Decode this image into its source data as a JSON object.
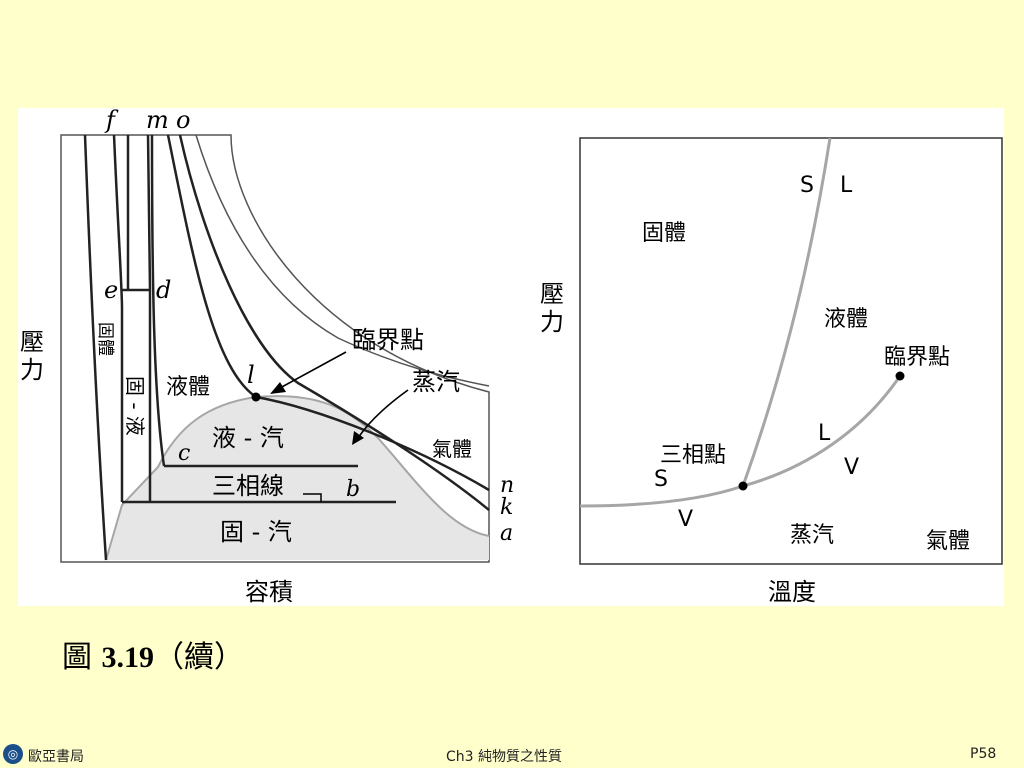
{
  "left_diagram": {
    "curve_labels": {
      "f": "f",
      "m": "m",
      "o": "o",
      "e": "e",
      "d": "d",
      "l": "l",
      "c": "c",
      "b": "b",
      "n": "n",
      "k": "k",
      "a": "a"
    },
    "regions": {
      "solid": "固體",
      "solid_liquid": "固 - 液",
      "liquid": "液體",
      "liquid_vapor": "液 - 汽",
      "triple_line": "三相線",
      "solid_vapor": "固 - 汽",
      "gas": "氣體"
    },
    "annotations": {
      "critical_point": "臨界點",
      "vapor": "蒸汽"
    },
    "y_axis_label": "壓力",
    "x_axis_label": "容積"
  },
  "right_diagram": {
    "regions": {
      "solid": "固體",
      "liquid": "液體",
      "vapor": "蒸汽",
      "gas": "氣體"
    },
    "points": {
      "critical_point": "臨界點",
      "triple_point": "三相點"
    },
    "curve_letters": {
      "s1": "S",
      "l1": "L",
      "l2": "L",
      "v1": "V",
      "s2": "S",
      "v2": "V"
    },
    "y_axis_label": "壓力",
    "x_axis_label": "溫度"
  },
  "caption": {
    "prefix": "圖 ",
    "number": "3.19",
    "suffix": "（續）"
  },
  "footer": {
    "publisher": "歐亞書局",
    "chapter": "Ch3 純物質之性質",
    "page": "P58"
  },
  "colors": {
    "background": "#FFFFCC",
    "shaded": "#E6E6E6",
    "phase_line": "#A6A6A6"
  }
}
